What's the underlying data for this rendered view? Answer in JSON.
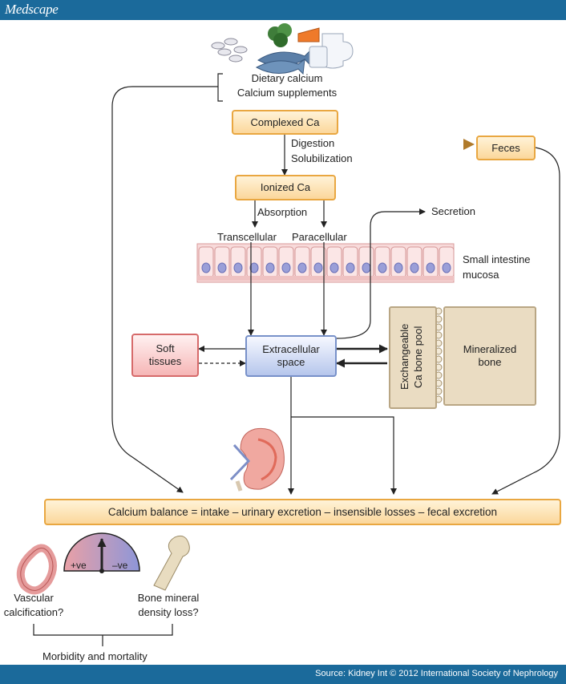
{
  "header": {
    "logo": "Medscape"
  },
  "footer": {
    "source": "Source: Kidney Int © 2012 International Society of Nephrology"
  },
  "diagram": {
    "dietary_calcium": "Dietary calcium",
    "calcium_supplements": "Calcium supplements",
    "complexed_ca": "Complexed Ca",
    "digestion": "Digestion",
    "solubilization": "Solubilization",
    "ionized_ca": "Ionized Ca",
    "absorption": "Absorption",
    "transcellular": "Transcellular",
    "paracellular": "Paracellular",
    "secretion": "Secretion",
    "feces": "Feces",
    "small_intestine_line1": "Small intestine",
    "small_intestine_line2": "mucosa",
    "soft_tissues_line1": "Soft",
    "soft_tissues_line2": "tissues",
    "extracellular_line1": "Extracellular",
    "extracellular_line2": "space",
    "exchangeable_line1": "Exchangeable",
    "exchangeable_line2": "Ca bone pool",
    "mineralized_line1": "Mineralized",
    "mineralized_line2": "bone",
    "calcium_balance": "Calcium balance = intake – urinary excretion – insensible losses – fecal excretion",
    "plus_ve": "+ve",
    "minus_ve": "–ve",
    "vascular_line1": "Vascular",
    "vascular_line2": "calcification?",
    "bone_loss_line1": "Bone mineral",
    "bone_loss_line2": "density loss?",
    "morbidity": "Morbidity and mortality"
  },
  "colors": {
    "brand_bar": "#1b6a9b",
    "orange_box": "#fbd79b",
    "pink_box": "#f6b6b6",
    "blue_box": "#b6c6ec",
    "bone_box": "#eadcc2"
  }
}
